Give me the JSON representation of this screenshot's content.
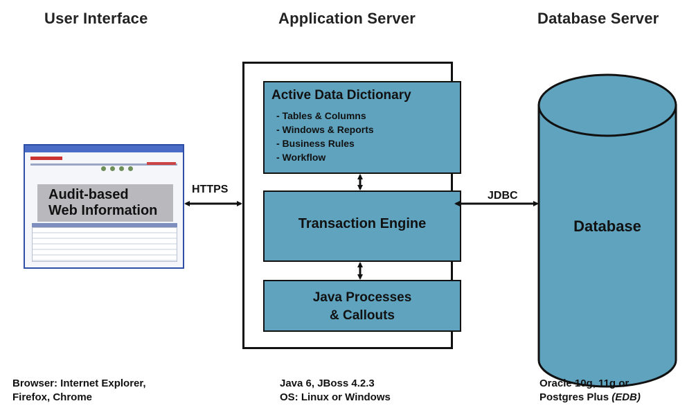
{
  "columns": {
    "user_interface": "User Interface",
    "application_server": "Application Server",
    "database_server": "Database Server"
  },
  "browser_thumbnail": {
    "banner_line1": "Audit-based",
    "banner_line2": "Web Information"
  },
  "connectors": {
    "https": "HTTPS",
    "jdbc": "JDBC"
  },
  "app_server": {
    "active_data_dictionary": {
      "title": "Active Data Dictionary",
      "items": [
        "- Tables & Columns",
        "- Windows & Reports",
        "- Business Rules",
        "- Workflow"
      ]
    },
    "transaction_engine": "Transaction Engine",
    "java_processes_line1": "Java Processes",
    "java_processes_line2": "& Callouts"
  },
  "database": {
    "label": "Database",
    "fill_color": "#5fa3bf"
  },
  "footers": {
    "ui_line1": "Browser: Internet Explorer,",
    "ui_line2": "Firefox, Chrome",
    "app_line1": "Java 6, JBoss 4.2.3",
    "app_line2": "OS: Linux or Windows",
    "db_line1": "Oracle 10g, 11g or",
    "db_line2_prefix": "Postgres Plus ",
    "db_line2_italic": "(EDB)"
  }
}
